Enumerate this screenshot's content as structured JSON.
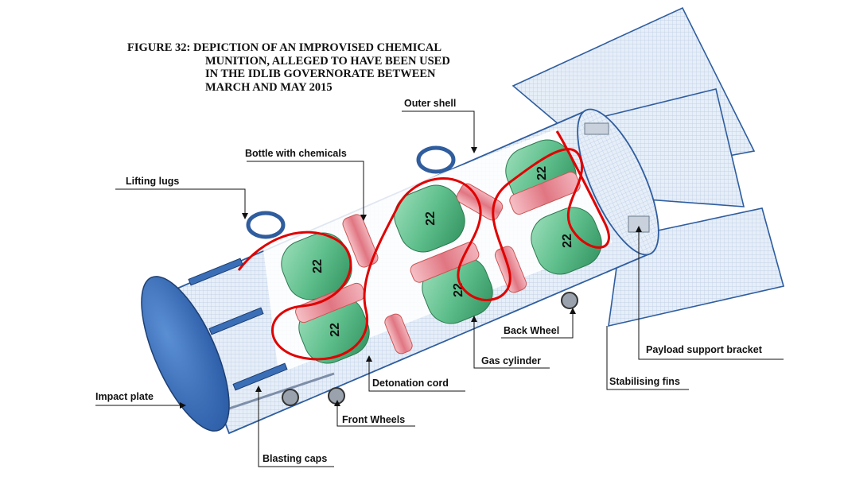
{
  "figure": {
    "title_line1": "FIGURE 32:  DEPICTION OF AN IMPROVISED CHEMICAL",
    "title_line2": "MUNITION, ALLEGED TO HAVE BEEN USED",
    "title_line3": "IN THE IDLIB GOVERNORATE BETWEEN",
    "title_line4": "MARCH AND MAY 2015"
  },
  "labels": {
    "outer_shell": "Outer shell",
    "bottle_with_chemicals": "Bottle with chemicals",
    "lifting_lugs": "Lifting lugs",
    "back_wheel": "Back Wheel",
    "payload_support_bracket": "Payload support bracket",
    "gas_cylinder": "Gas cylinder",
    "detonation_cord": "Detonation cord",
    "stabilising_fins": "Stabilising fins",
    "impact_plate": "Impact plate",
    "front_wheels": "Front Wheels",
    "blasting_caps": "Blasting caps"
  },
  "cylinder_marking": "22",
  "colors": {
    "shell_fill": "#dbe6f3",
    "shell_stroke": "#2f5d9e",
    "impact_plate": "#3a6fb7",
    "cylinder_green": "#5fbf8c",
    "detonation_cord": "#e00000",
    "bottle_pink": "#e88a96"
  }
}
